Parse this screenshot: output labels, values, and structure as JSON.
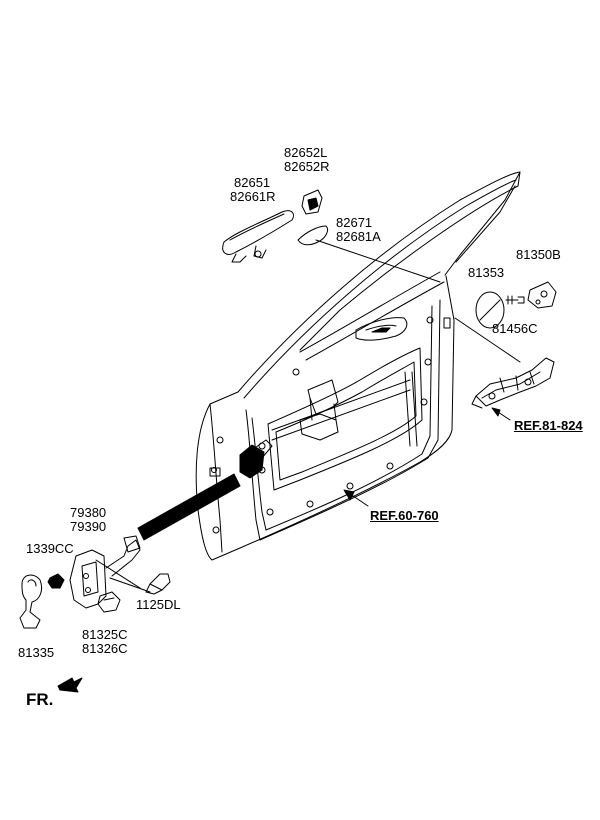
{
  "parts": {
    "p82652L": "82652L",
    "p82652R": "82652R",
    "p82651": "82651",
    "p82661R": "82661R",
    "p82671": "82671",
    "p82681A": "82681A",
    "p81350B": "81350B",
    "p81353": "81353",
    "p81456C": "81456C",
    "p79380": "79380",
    "p79390": "79390",
    "p1339CC": "1339CC",
    "p1125DL": "1125DL",
    "p81325C": "81325C",
    "p81326C": "81326C",
    "p81335": "81335"
  },
  "refs": {
    "ref1": "REF.81-824",
    "ref2": "REF.60-760"
  },
  "direction": {
    "label": "FR."
  },
  "colors": {
    "line": "#000000",
    "background": "#ffffff"
  }
}
